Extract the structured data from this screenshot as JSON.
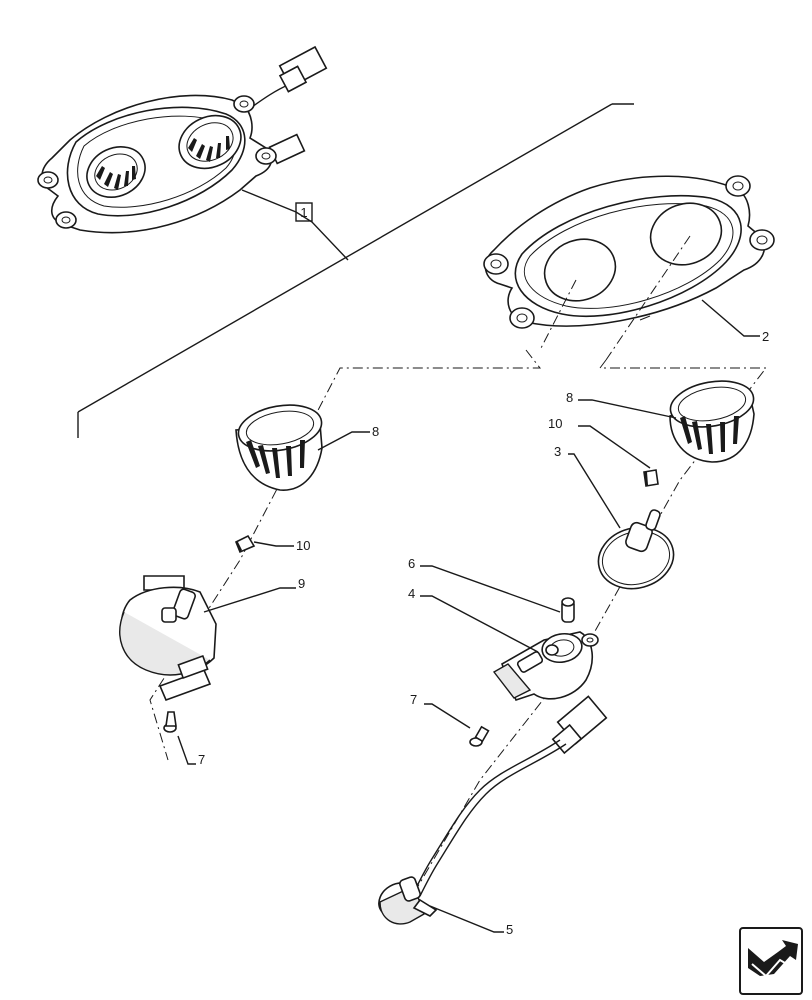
{
  "callouts": {
    "c1": "1",
    "c2": "2",
    "c3": "3",
    "c4": "4",
    "c5": "5",
    "c6": "6",
    "c7a": "7",
    "c7b": "7",
    "c8a": "8",
    "c8b": "8",
    "c9": "9",
    "c10a": "10",
    "c10b": "10"
  },
  "icons": {
    "nav": "next-page-arrow-icon"
  }
}
